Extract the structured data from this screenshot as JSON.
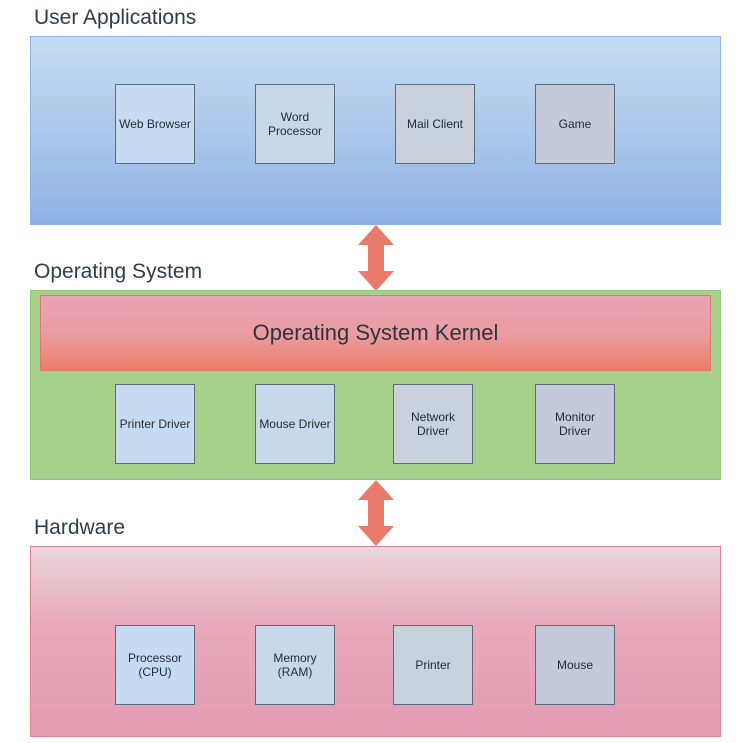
{
  "layers": {
    "user": {
      "title": "User Applications",
      "items": [
        "Web Browser",
        "Word\nProcessor",
        "Mail Client",
        "Game"
      ]
    },
    "os": {
      "title": "Operating System",
      "kernel": "Operating System Kernel",
      "items": [
        "Printer Driver",
        "Mouse Driver",
        "Network\nDriver",
        "Monitor Driver"
      ]
    },
    "hardware": {
      "title": "Hardware",
      "items": [
        "Processor\n(CPU)",
        "Memory\n(RAM)",
        "Printer",
        "Mouse"
      ]
    }
  },
  "colors": {
    "user_band": "#a9c6ea",
    "os_band": "#a6d18d",
    "hardware_band": "#e39cb2",
    "kernel": "#ec7c6b",
    "arrow": "#ea7b6a"
  }
}
